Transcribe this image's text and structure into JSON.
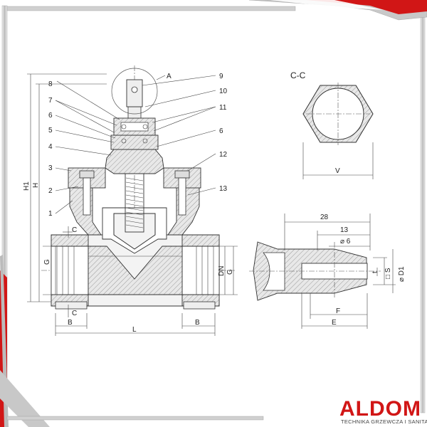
{
  "brand": {
    "name": "ALDOM",
    "tagline": "TECHNIKA GRZEWCZA I SANITARNA",
    "accent_color": "#d11616"
  },
  "section": {
    "title": "C-C",
    "detail_label": "A",
    "width_label": "V"
  },
  "part_labels": [
    "1",
    "2",
    "3",
    "4",
    "5",
    "6",
    "7",
    "8",
    "9",
    "10",
    "11",
    "12",
    "13",
    "6"
  ],
  "dimensions_main": {
    "H1": "H1",
    "H": "H",
    "G_left": "G",
    "C_top": "C",
    "C_bottom": "C",
    "DN": "DN",
    "G_right": "G",
    "B_left": "B",
    "L": "L",
    "B_right": "B"
  },
  "dimensions_detail": {
    "d28": "28",
    "d13": "13",
    "d6": "⌀ 6",
    "t": "t",
    "S": "□ S",
    "D1": "⌀ D1",
    "F": "F",
    "E": "E"
  }
}
